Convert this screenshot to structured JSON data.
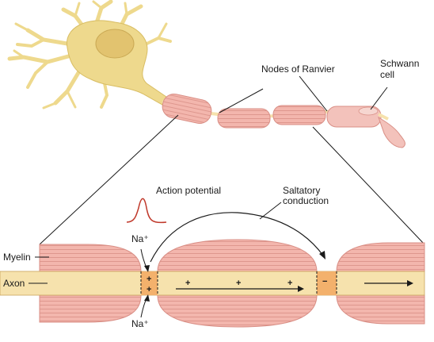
{
  "labels": {
    "nodes_of_ranvier": "Nodes of Ranvier",
    "schwann_line1": "Schwann",
    "schwann_line2": "cell",
    "action_potential": "Action potential",
    "saltatory_line1": "Saltatory",
    "saltatory_line2": "conduction",
    "myelin": "Myelin",
    "axon": "Axon",
    "na_top": "Na⁺",
    "na_bottom": "Na⁺",
    "plus": "+",
    "minus": "−"
  },
  "colors": {
    "cell_body": "#eed98d",
    "cell_outline": "#d8bd63",
    "nucleus": "#e2c36f",
    "myelin_fill": "#f3b6ad",
    "myelin_line": "#d98f86",
    "axon_fill": "#f6e2ad",
    "axon_outline": "#c9a45c",
    "node_fill": "#f3b16c",
    "ap_curve": "#c0392b",
    "line": "#1a1a1a"
  },
  "icons": [
    "neuron-cell-body",
    "myelin-sheath",
    "axon",
    "node-of-ranvier",
    "action-potential-curve",
    "saltatory-arrow"
  ]
}
